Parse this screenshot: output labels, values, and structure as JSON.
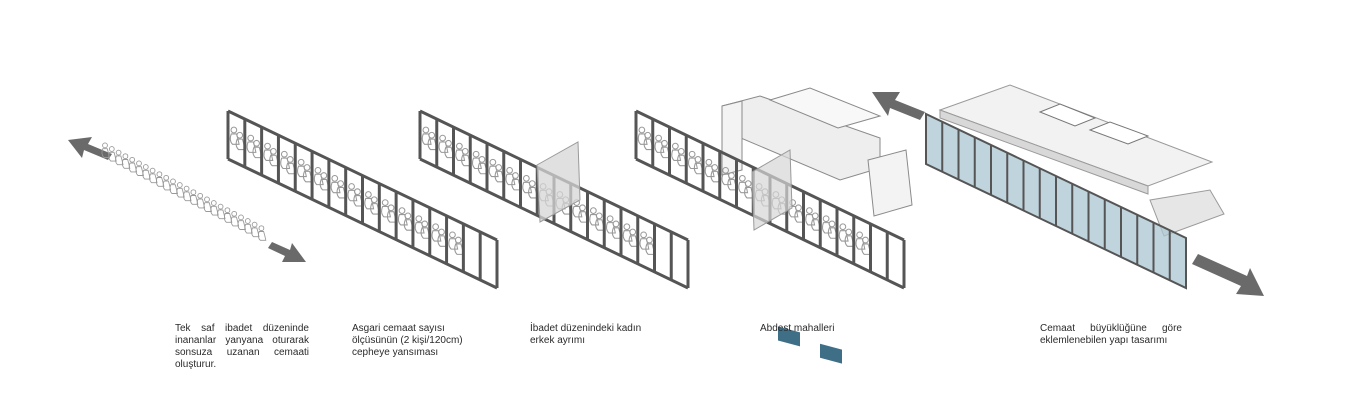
{
  "colors": {
    "frame": "#555555",
    "arrow": "#6a6a6a",
    "wall": "#e8e8e8",
    "glass": "#aac6d0",
    "window": "#3f6f87",
    "text": "#2b2b2b"
  },
  "panels": [
    {
      "name": "single-row",
      "caption": [
        "Tek saf ibadet düzeninde",
        "inananlar yanyana oturarak",
        "sonsuza uzanan cemaati",
        "oluşturur."
      ]
    },
    {
      "name": "facade-frame",
      "caption": [
        "Asgari cemaat sayısı",
        "ölçüsünün (2 kişi/120cm)",
        "cepheye yansıması"
      ]
    },
    {
      "name": "gender-separation",
      "caption": [
        "İbadet düzenindeki kadın",
        "erkek ayrımı"
      ]
    },
    {
      "name": "ablution-areas",
      "caption": [
        "Abdest mahalleri"
      ]
    },
    {
      "name": "expandable-building",
      "caption": [
        "Cemaat büyüklüğüne göre",
        "eklemlenebilen yapı tasarımı"
      ]
    }
  ]
}
